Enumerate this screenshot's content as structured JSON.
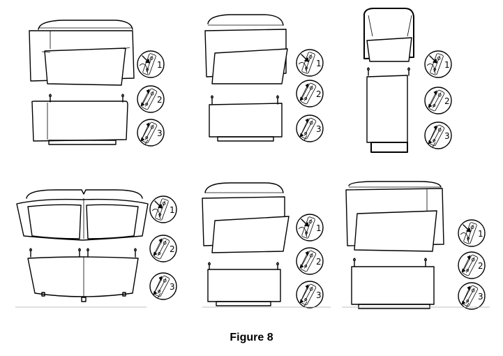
{
  "figure": {
    "caption": "Figure 8",
    "step_numbers": [
      "1",
      "2",
      "3"
    ],
    "panels": [
      {
        "id": "panel-sofa-wide",
        "kind": "wide"
      },
      {
        "id": "panel-armchair",
        "kind": "chair"
      },
      {
        "id": "panel-narrow-chair",
        "kind": "narrow"
      },
      {
        "id": "panel-loveseat-curved",
        "kind": "curved"
      },
      {
        "id": "panel-armchair-2",
        "kind": "chair"
      },
      {
        "id": "panel-sofa-wide-2",
        "kind": "wide"
      }
    ]
  }
}
